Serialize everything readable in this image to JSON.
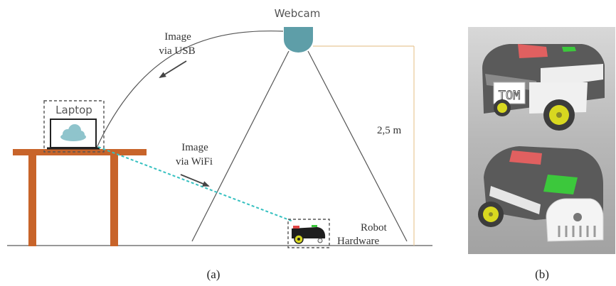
{
  "labels": {
    "webcam": "Webcam",
    "laptop": "Laptop",
    "image_usb_line1": "Image",
    "image_usb_line2": "via USB",
    "image_wifi_line1": "Image",
    "image_wifi_line2": "via WiFi",
    "height": "2,5 m",
    "robot_line1": "Robot",
    "robot_line2": "Hardware",
    "robot_nameplate": "TOM"
  },
  "captions": {
    "a": "(a)",
    "b": "(b)"
  },
  "colors": {
    "webcam": "#5e9ea8",
    "cloud": "#8fc4cc",
    "table": "#c8642a",
    "wifi_link": "#35c0c0",
    "height_marker": "#e8c898",
    "robot_red": "#e04848",
    "robot_green": "#3cc83c",
    "robot_wheel": "#d8d820",
    "robot_shell": "#5a5a5a"
  }
}
